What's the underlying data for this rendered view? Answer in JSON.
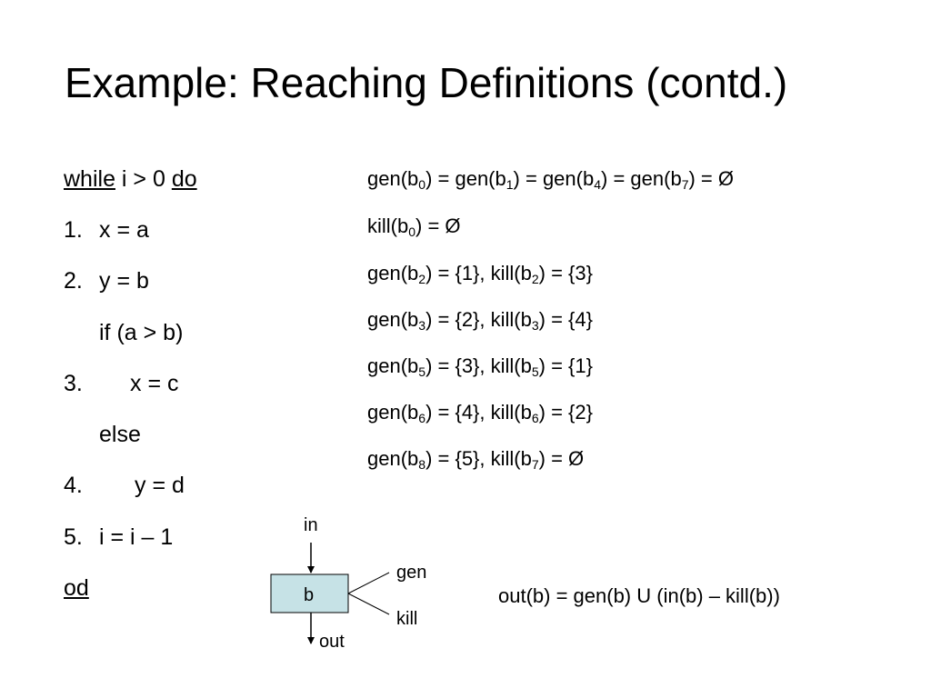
{
  "title": "Example: Reaching Definitions (contd.)",
  "code": {
    "while_kw": "while",
    "while_cond": " i > 0 ",
    "do_kw": "do",
    "lines": [
      {
        "num": "1.",
        "text": "x = a"
      },
      {
        "num": "2.",
        "text": "y = b"
      },
      {
        "num": "",
        "text": "if (a > b)"
      },
      {
        "num": "3.",
        "text": "x = c"
      },
      {
        "num": "",
        "text": "else"
      },
      {
        "num": "4.",
        "text": "y = d"
      },
      {
        "num": "5.",
        "text": "i = i – 1"
      }
    ],
    "od_kw": "od"
  },
  "equations": [
    [
      {
        "t": "gen(b"
      },
      {
        "s": "0"
      },
      {
        "t": ") = gen(b"
      },
      {
        "s": "1"
      },
      {
        "t": ") = gen(b"
      },
      {
        "s": "4"
      },
      {
        "t": ") = gen(b"
      },
      {
        "s": "7"
      },
      {
        "t": ") = Ø"
      }
    ],
    [
      {
        "t": "kill(b"
      },
      {
        "s": "0"
      },
      {
        "t": ") = Ø"
      }
    ],
    [
      {
        "t": "gen(b"
      },
      {
        "s": "2"
      },
      {
        "t": ") = {1}, kill(b"
      },
      {
        "s": "2"
      },
      {
        "t": ") = {3}"
      }
    ],
    [
      {
        "t": "gen(b"
      },
      {
        "s": "3"
      },
      {
        "t": ") = {2}, kill(b"
      },
      {
        "s": "3"
      },
      {
        "t": ") = {4}"
      }
    ],
    [
      {
        "t": "gen(b"
      },
      {
        "s": "5"
      },
      {
        "t": ") = {3}, kill(b"
      },
      {
        "s": "5"
      },
      {
        "t": ") = {1}"
      }
    ],
    [
      {
        "t": "gen(b"
      },
      {
        "s": "6"
      },
      {
        "t": ") = {4}, kill(b"
      },
      {
        "s": "6"
      },
      {
        "t": ") = {2}"
      }
    ],
    [
      {
        "t": "gen(b"
      },
      {
        "s": "8"
      },
      {
        "t": ") = {5}, kill(b"
      },
      {
        "s": "7"
      },
      {
        "t": ") = Ø"
      }
    ]
  ],
  "diagram": {
    "in_label": "in",
    "block_label": "b",
    "gen_label": "gen",
    "kill_label": "kill",
    "out_label": "out",
    "block_fill": "#c6e2e6"
  },
  "formula": "out(b) = gen(b) U (in(b) – kill(b))"
}
